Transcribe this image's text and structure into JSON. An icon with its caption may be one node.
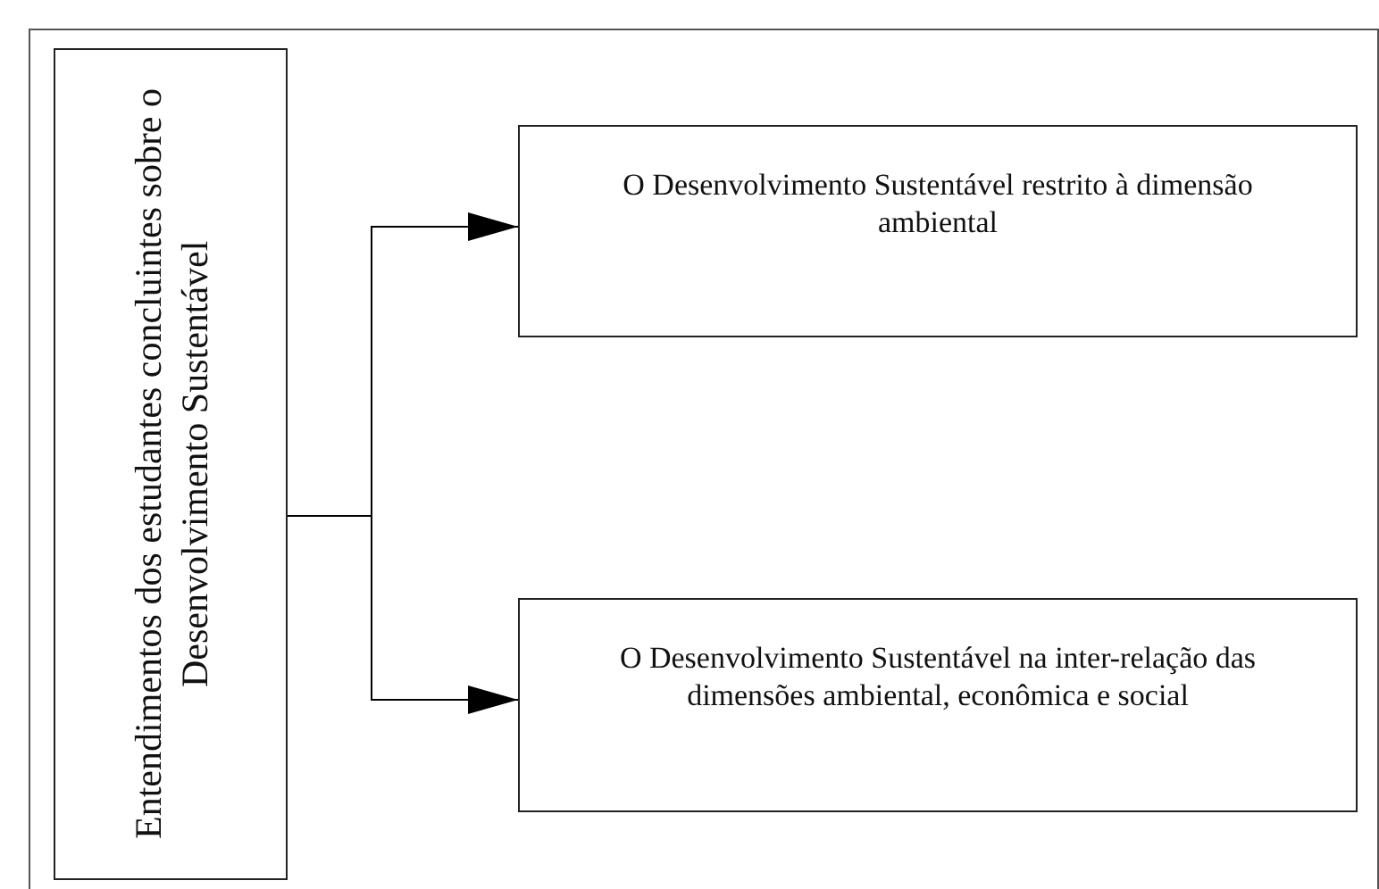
{
  "diagram": {
    "nodes": [
      {
        "text": [
          "Entendimentos dos estudantes concluintes sobre o Desenvolvimento Sustentável"
        ]
      },
      {
        "text": [
          "O Desenvolvimento Sustentável restrito à dimensão ambiental"
        ]
      },
      {
        "text": [
          "O Desenvolvimento Sustentável na inter-relação das dimensões ambiental, econômica e social"
        ]
      }
    ],
    "edges": [
      {
        "from": 0,
        "to": 1,
        "arrow": "to"
      },
      {
        "from": 0,
        "to": 2,
        "arrow": "to"
      }
    ]
  }
}
